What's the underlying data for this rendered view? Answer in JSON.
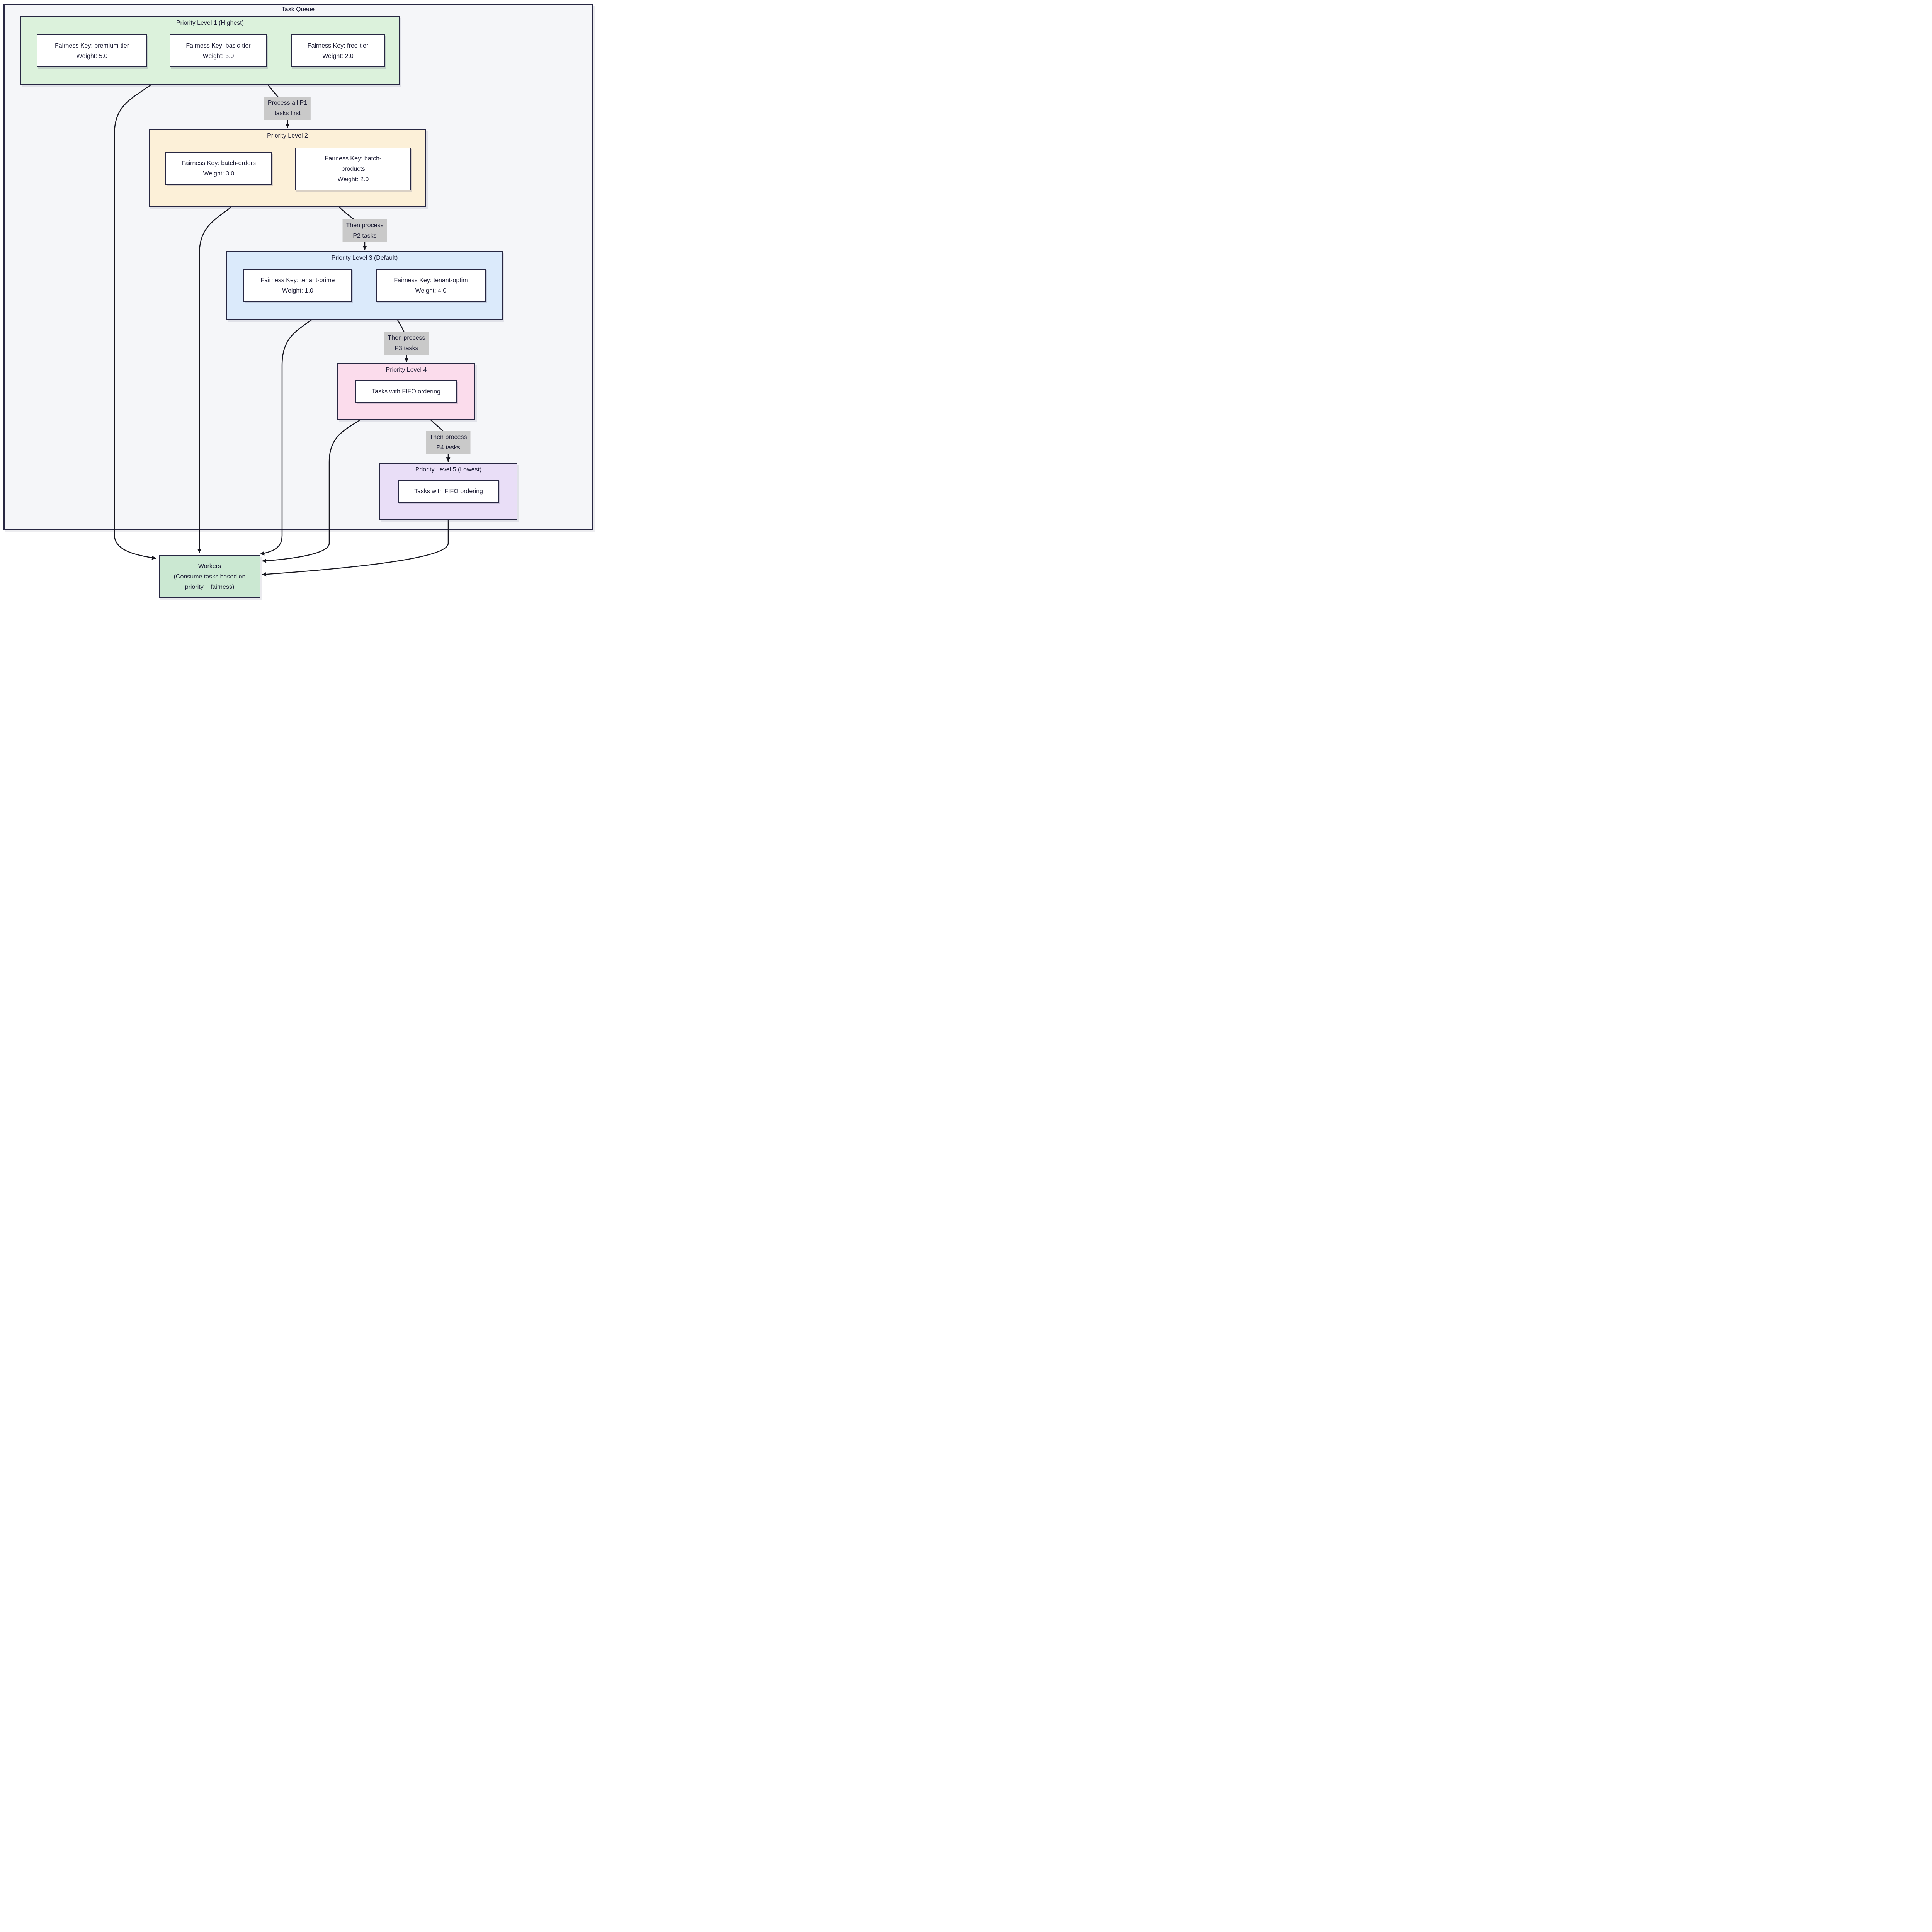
{
  "diagram": {
    "title": "Task Queue",
    "colors": {
      "page_bg": "#ffffff",
      "outer_fill": "#f5f6f9",
      "border": "#272742",
      "text": "#1d1d35",
      "edge": "#16161f",
      "label_bg": "#c9c9c9",
      "node_fill": "#ffffff",
      "p1_fill": "#dcf2dc",
      "p2_fill": "#fcf0d8",
      "p3_fill": "#dbeafb",
      "p4_fill": "#fbdcec",
      "p5_fill": "#e9def7",
      "workers_fill": "#cbe8d2"
    },
    "groups": [
      {
        "title": "Priority Level 1 (Highest)",
        "nodes": [
          [
            "Fairness Key: premium-tier",
            "Weight: 5.0"
          ],
          [
            "Fairness Key: basic-tier",
            "Weight: 3.0"
          ],
          [
            "Fairness Key: free-tier",
            "Weight: 2.0"
          ]
        ]
      },
      {
        "title": "Priority Level 2",
        "nodes": [
          [
            "Fairness Key: batch-orders",
            "Weight: 3.0"
          ],
          [
            "Fairness Key: batch-",
            "products",
            "Weight: 2.0"
          ]
        ]
      },
      {
        "title": "Priority Level 3 (Default)",
        "nodes": [
          [
            "Fairness Key: tenant-prime",
            "Weight: 1.0"
          ],
          [
            "Fairness Key: tenant-optim",
            "Weight: 4.0"
          ]
        ]
      },
      {
        "title": "Priority Level 4",
        "nodes": [
          [
            "Tasks with FIFO ordering"
          ]
        ]
      },
      {
        "title": "Priority Level 5 (Lowest)",
        "nodes": [
          [
            "Tasks with FIFO ordering"
          ]
        ]
      }
    ],
    "workers": [
      "Workers",
      "(Consume tasks based on",
      "priority + fairness)"
    ],
    "edge_labels": [
      [
        "Process all P1",
        "tasks first"
      ],
      [
        "Then process",
        "P2 tasks"
      ],
      [
        "Then process",
        "P3 tasks"
      ],
      [
        "Then process",
        "P4 tasks"
      ]
    ]
  }
}
